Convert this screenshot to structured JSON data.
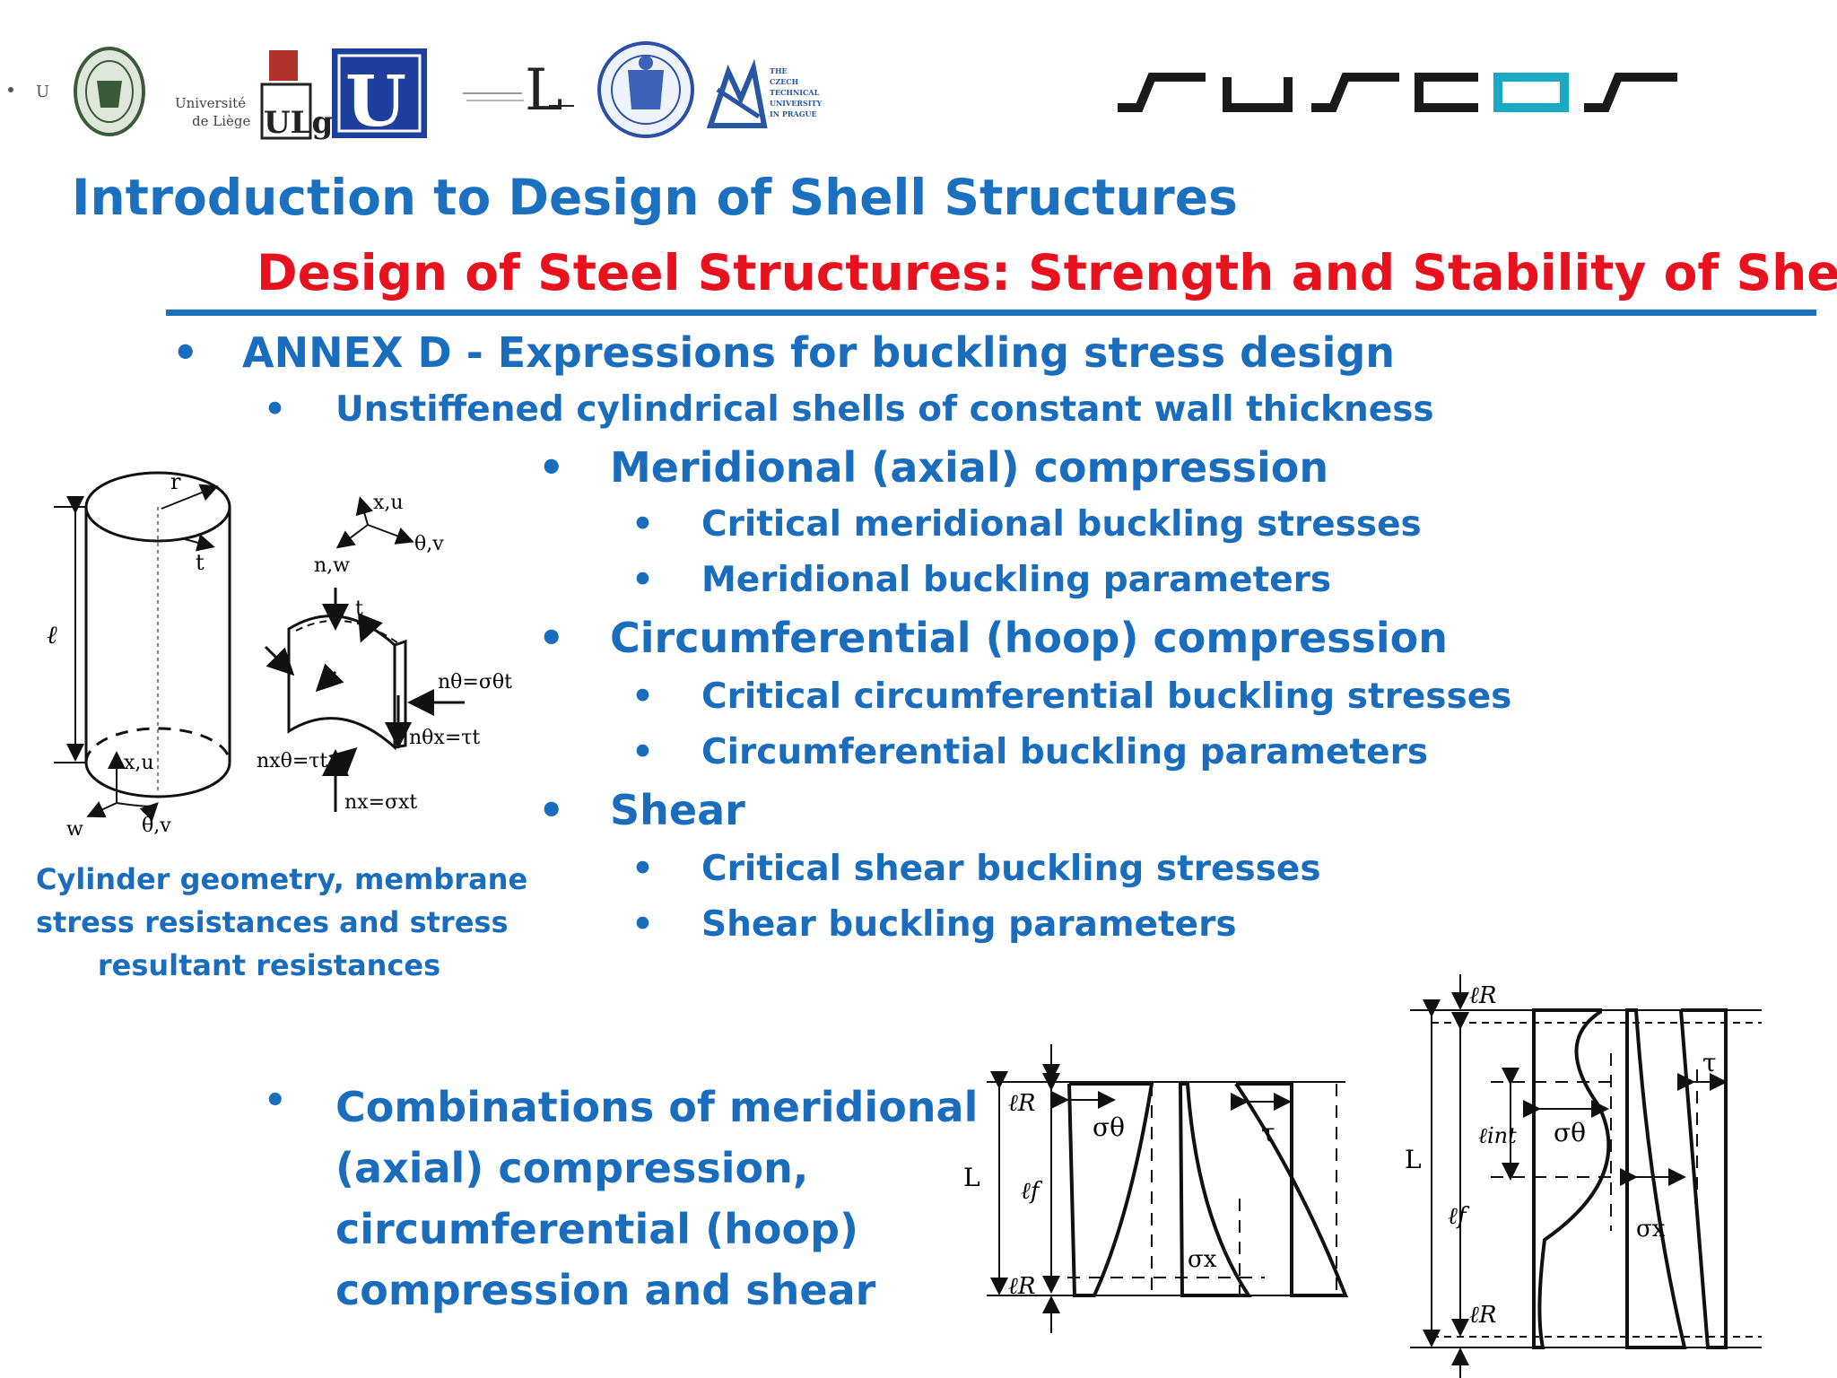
{
  "header": {
    "logos": {
      "left_mark": "U",
      "liege_text_line1": "Université",
      "liege_text_line2": "de Liège",
      "liege_mark": "ULg",
      "blue_box_mark": "U",
      "l_mark": "L",
      "ctu_text": [
        "THE",
        "CZECH",
        "TECHNICAL",
        "UNIVERSITY",
        "IN PRAGUE"
      ],
      "brand": "suscos",
      "brand_colors": {
        "dark": "#1a1a1a",
        "accent": "#1aa9c4"
      }
    },
    "title": "Introduction to Design of Shell Structures",
    "subtitle": "Design of Steel Structures: Strength and Stability of Shells",
    "colors": {
      "title": "#1c70c0",
      "subtitle": "#e8121e",
      "rule": "#1c70c0"
    }
  },
  "outline": {
    "annex": "ANNEX D - Expressions for buckling stress design",
    "unstiffened": "Unstiffened cylindrical shells of constant wall thickness",
    "sections": [
      {
        "title": "Meridional (axial) compression",
        "items": [
          "Critical meridional buckling stresses",
          "Meridional buckling parameters"
        ]
      },
      {
        "title": "Circumferential (hoop) compression",
        "items": [
          "Critical circumferential buckling stresses",
          "Circumferential buckling parameters"
        ]
      },
      {
        "title": "Shear",
        "items": [
          "Critical shear buckling stresses",
          "Shear buckling parameters"
        ]
      }
    ],
    "combination": {
      "lines": [
        "Combinations of meridional",
        "(axial) compression,",
        "circumferential (hoop)",
        "compression and shear"
      ]
    }
  },
  "figure_left": {
    "caption_lines": [
      "Cylinder geometry, membrane",
      "stress resistances and stress",
      "resultant resistances"
    ],
    "labels": {
      "r": "r",
      "t": "t",
      "l": "ℓ",
      "xu": "x,u",
      "w": "w",
      "thv": "θ,v",
      "nw": "n,w",
      "n_theta": "nθ=σθt",
      "n_thetax": "nθx=τt",
      "n_xtheta": "nxθ=τt",
      "n_x": "nx=σxt"
    }
  },
  "figure_mid": {
    "labels": {
      "lR_top": "ℓR",
      "L": "L",
      "lf": "ℓf",
      "lR_bot": "ℓR",
      "sig_theta": "σθ",
      "sig_x": "σx",
      "tau": "τ"
    }
  },
  "figure_right": {
    "labels": {
      "lR_top": "ℓR",
      "L": "L",
      "lint": "ℓint",
      "lf": "ℓf",
      "lR_bot": "ℓR",
      "sig_theta": "σθ",
      "sig_x": "σx",
      "tau": "τ"
    }
  }
}
